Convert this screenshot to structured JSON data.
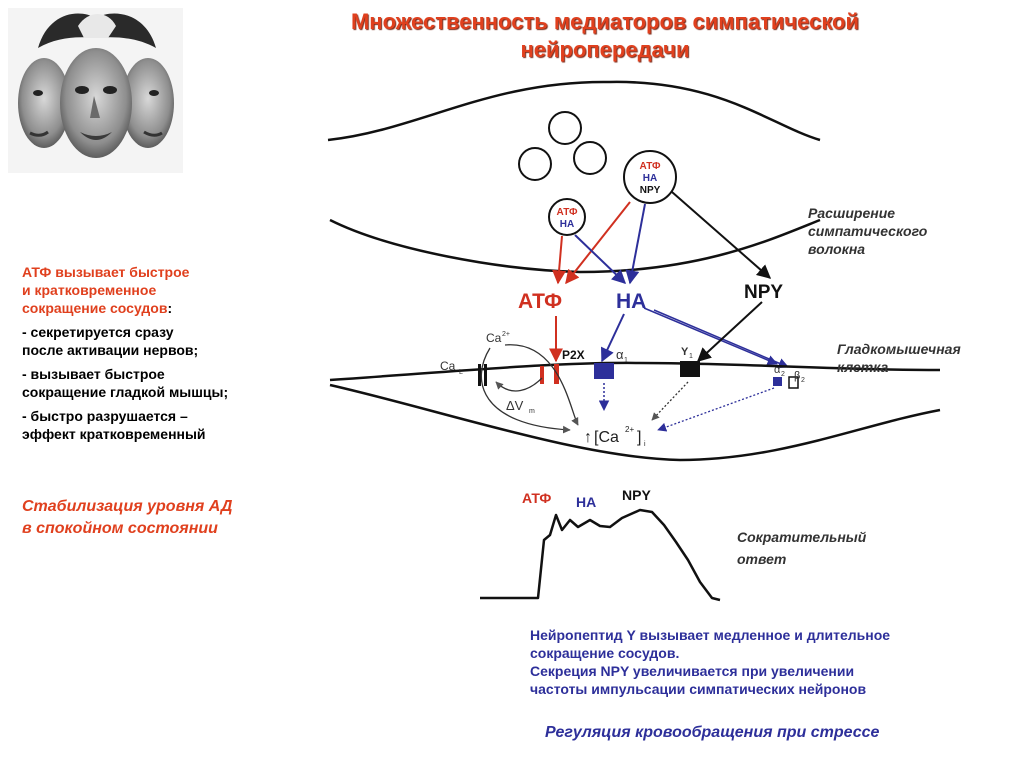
{
  "title": {
    "line1": "Множественность медиаторов симпатической",
    "line2": "нейропередачи"
  },
  "left_text": {
    "intro_line1": "АТФ вызывает быстрое",
    "intro_line2": "и кратковременное",
    "intro_line3": "сокращение сосудов",
    "intro_colon": ":",
    "bullet1_line1": "- секретируется сразу",
    "bullet1_line2": "после активации нервов;",
    "bullet2_line1": "- вызывает быстрое",
    "bullet2_line2": "сокращение гладкой мышцы;",
    "bullet3_line1": "- быстро разрушается –",
    "bullet3_line2": "эффект кратковременный"
  },
  "stabilization": {
    "line1": "Стабилизация уровня АД",
    "line2": "в спокойном состоянии"
  },
  "diagram": {
    "fiber_label_line1": "Расширение",
    "fiber_label_line2": "симпатического",
    "fiber_label_line3": "волокна",
    "muscle_label_line1": "Гладкомышечная",
    "muscle_label_line2": "клетка",
    "vesicle_large": {
      "atf": "АТФ",
      "na": "НА",
      "npy": "NPY"
    },
    "vesicle_small": {
      "atf": "АТФ",
      "na": "НА"
    },
    "mediators": {
      "atf": "АТФ",
      "na": "НА",
      "npy": "NPY"
    },
    "receptors": {
      "cal": "Ca",
      "cal_sub": "L",
      "ca2": "Ca",
      "ca2_sup": "2+",
      "p2x": "P2X",
      "alpha1": "α",
      "alpha1_sub": "1",
      "y1": "Y",
      "y1_sub": "1",
      "alpha2": "α",
      "alpha2_sub": "2",
      "beta2": "β",
      "beta2_sub": "2"
    },
    "delta_vm": "ΔV",
    "delta_vm_sub": "m",
    "ca_i_arrow": "↑",
    "ca_i": "[Ca",
    "ca_i_sup": "2+",
    "ca_i_close": "]",
    "ca_i_sub": "i",
    "response_labels": {
      "atf": "АТФ",
      "na": "НА",
      "npy": "NPY"
    },
    "response_caption_line1": "Сократительный",
    "response_caption_line2": "ответ"
  },
  "npy_note": {
    "line1": "Нейропептид Y вызывает медленное и длительное",
    "line2": "сокращение сосудов.",
    "line3": "Секреция NPY увеличивается при увеличении",
    "line4": "частоты импульсации симпатических нейронов"
  },
  "regulation": "Регуляция кровообращения при стрессе",
  "colors": {
    "red": "#e0401e",
    "navy": "#2d2f9a",
    "dark_red": "#b02020",
    "black": "#000000"
  }
}
